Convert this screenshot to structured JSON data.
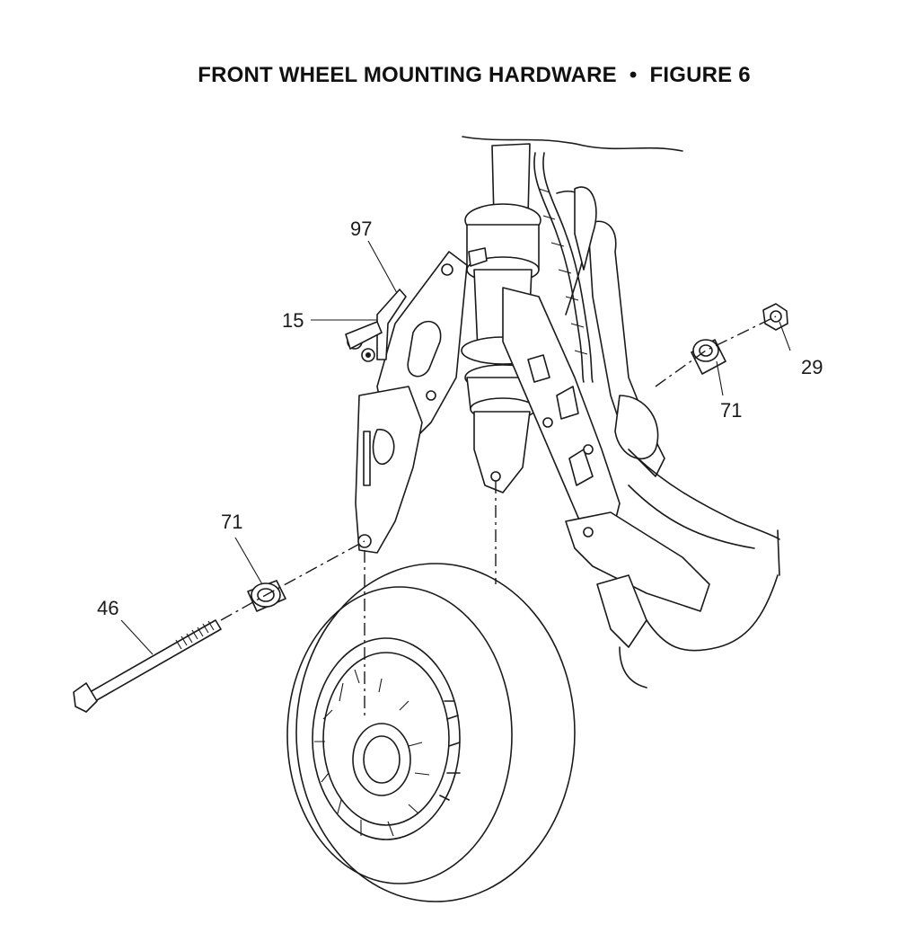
{
  "figure": {
    "title_left": "FRONT WHEEL MOUNTING HARDWARE",
    "separator": "•",
    "title_right": "FIGURE 6"
  },
  "callouts": {
    "c97": "97",
    "c15": "15",
    "c29": "29",
    "c71_right": "71",
    "c71_left": "71",
    "c46": "46"
  }
}
